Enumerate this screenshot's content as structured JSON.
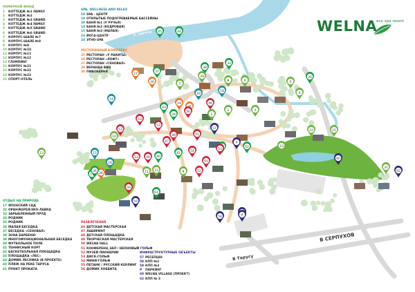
{
  "brand": {
    "name": "WELNA",
    "tagline": "eco spa resort",
    "color": "#1f7a3a"
  },
  "colors": {
    "rooms": "#6cb33f",
    "spa": "#1b8ea0",
    "restaurant": "#e8792b",
    "nature": "#15a24a",
    "entertainment": "#d0233b",
    "infrastructure": "#2a2a7a",
    "river": "#a9d9e8",
    "road": "#d9d9d9",
    "path": "#f4d2b4"
  },
  "legend": {
    "rooms": {
      "title": "НОМЕРНОЙ ФОНД",
      "items": [
        {
          "num": "1",
          "label": "КОТТЕДЖ №1 FAMILY"
        },
        {
          "num": "2",
          "label": "КОТТЕДЖ №2"
        },
        {
          "num": "3",
          "label": "КОТТЕДЖ №3 GRAND"
        },
        {
          "num": "4",
          "label": "КОТТЕДЖ №4 FAMILY"
        },
        {
          "num": "5",
          "label": "КОТТЕДЖ №5 GRAND"
        },
        {
          "num": "6",
          "label": "КОТТЕДЖ №6 GRAND"
        },
        {
          "num": "7",
          "label": "КОРПУС-ШАЛЕ №7"
        },
        {
          "num": "8",
          "label": "КОРПУС-ШАЛЕ №8"
        },
        {
          "num": "9",
          "label": "КОРПУС №9"
        },
        {
          "num": "10",
          "label": "КОРПУС №10"
        },
        {
          "num": "11",
          "label": "КОРПУС №11"
        },
        {
          "num": "12",
          "label": "КОРПУС №12"
        },
        {
          "num": "13",
          "label": "ГЛЭМПИНГ"
        },
        {
          "num": "21",
          "label": "КОРПУС №21"
        },
        {
          "num": "22",
          "label": "КОРПУС №22"
        },
        {
          "num": "23",
          "label": "КОРПУС №23"
        },
        {
          "num": "31",
          "label": "СПОРТ-ОТЕЛЬ"
        }
      ]
    },
    "spa": {
      "title": "SPA, WELLNESS AND RELAX",
      "items": [
        {
          "num": "18",
          "label": "SPA - ЦЕНТР"
        },
        {
          "num": "19",
          "label": "ОТКРЫТЫЕ ПОДОГРЕВАЕМЫЕ БАССЕЙНЫ"
        },
        {
          "num": "20",
          "label": "БАНЯ №1 (У РУЧЬЯ)"
        },
        {
          "num": "14",
          "label": "БАНЯ №2 (КЕДРОВАЯ)"
        },
        {
          "num": "15",
          "label": "БАНЯ №3 (МАЛАЯ)"
        },
        {
          "num": "16",
          "label": "ЙОГА-ЦЕНТР"
        },
        {
          "num": "24",
          "label": "ЭТНО-SPA"
        }
      ]
    },
    "restaurants": {
      "title": "РЕСТОРАННЫЙ КОМПЛЕКС",
      "items": [
        {
          "num": "25",
          "label": "РЕСТОРАН «У РАКИТЫ»"
        },
        {
          "num": "26",
          "label": "РЕСТОРАН «ЛОФТ»"
        },
        {
          "num": "27",
          "label": "РЕСТОРАН «СЕНОВАЛ»"
        },
        {
          "num": "29",
          "label": "ВЕРАНДА BBQ"
        },
        {
          "num": "30",
          "label": "ПИВОВАРНЯ"
        }
      ]
    },
    "nature": {
      "title": "ОТДЫХ НА ПРИРОДЕ",
      "items": [
        {
          "num": "17",
          "label": "ЯПОНСКИЙ САД"
        },
        {
          "num": "32",
          "label": "ОРАНЖЕРЕЯ/ЭКО-ЛАВКА"
        },
        {
          "num": "33",
          "label": "ЗАРЫБЛЕННЫЙ ПРУД"
        },
        {
          "num": "34",
          "label": "РОДНИК"
        },
        {
          "num": "35",
          "label": "РОДНИК"
        },
        {
          "num": "36",
          "label": "МАЛАЯ БЕСЕДКА"
        },
        {
          "num": "37",
          "label": "БЕСЕДКА «СЕНОВАЛ»"
        },
        {
          "num": "38",
          "label": "ЗОНА БАРБЕКЮ"
        },
        {
          "num": "39",
          "label": "МНОГОФУНКЦИОНАЛЬНАЯ БЕСЕДКА"
        },
        {
          "num": "40",
          "label": "ФУТБОЛЬНОЕ ПОЛЕ"
        },
        {
          "num": "41",
          "label": "ТЕННИСНЫЙ КОРТ"
        },
        {
          "num": "42",
          "label": "БАСКЕТБОЛЬНАЯ ПЛОЩАДКА"
        },
        {
          "num": "43",
          "label": "ПЛОЩАДКА «ЛЕС»"
        },
        {
          "num": "44",
          "label": "ДОМИК ЛЕСНИКА (В ПРОЕКТЕ)"
        },
        {
          "num": "45",
          "label": "ПЛЯЖ НА РЕКЕ ТАРУСА"
        },
        {
          "num": "61",
          "label": "ПУНКТ ПРОКАТА"
        }
      ]
    },
    "entertainment": {
      "title": "РАЗВЛЕЧЕНИЯ",
      "items": [
        {
          "num": "46",
          "label": "ДЕТСКАЯ МАСТЕРСКАЯ"
        },
        {
          "num": "47",
          "label": "ЛАБИРИНТ"
        },
        {
          "num": "48",
          "label": "ДЕТСКАЯ ПЛОЩАДКА"
        },
        {
          "num": "49",
          "label": "ТВОРЧЕСКАЯ МАСТЕРСКАЯ"
        },
        {
          "num": "50",
          "label": "WELNA HALL"
        },
        {
          "num": "51",
          "label": "КОНФЕРЕНЦ ЗАЛ / НЕОНОВЫЙ ГОЛЬФ"
        },
        {
          "num": "52",
          "label": "МУЗЕЙ ПИОНЕРИИ"
        },
        {
          "num": "53",
          "label": "ДИСК-ГОЛЬФ"
        },
        {
          "num": "54",
          "label": "МИНИ-ГОЛЬФ"
        },
        {
          "num": "55",
          "label": "ПЕТАНК / РУССКИЙ КЕРЛИНГ"
        },
        {
          "num": "56",
          "label": "ДОМИК ХОББИТА"
        }
      ]
    },
    "infrastructure": {
      "title": "ИНФРАСТРУКТУРНЫЕ ОБЪЕКТЫ",
      "items": [
        {
          "num": "57",
          "label": "РЕСЕПШН"
        },
        {
          "num": "58",
          "label": "КПП №1"
        },
        {
          "num": "59",
          "label": "КПП №2"
        },
        {
          "num": "P",
          "label": "ПАРКИНГ"
        },
        {
          "num": "60",
          "label": "WELNA VILLAGE (ПРОЕКТ)"
        },
        {
          "num": "62",
          "label": "КПП № 3"
        }
      ]
    }
  },
  "map_labels": {
    "river": "Р. ТАРУСА",
    "road_serpukhov": "В СЕРПУХОВ",
    "road_tarusa": "В Тарусу"
  },
  "markers": [
    {
      "num": "45",
      "cat": "nature"
    },
    {
      "num": "44",
      "cat": "nature"
    },
    {
      "num": "37",
      "cat": "nature"
    },
    {
      "num": "27",
      "cat": "restaurant"
    },
    {
      "num": "30",
      "cat": "restaurant"
    },
    {
      "num": "33",
      "cat": "nature"
    },
    {
      "num": "38",
      "cat": "nature"
    },
    {
      "num": "39",
      "cat": "rooms"
    },
    {
      "num": "7",
      "cat": "rooms"
    },
    {
      "num": "8",
      "cat": "rooms"
    },
    {
      "num": "6",
      "cat": "rooms"
    },
    {
      "num": "5",
      "cat": "rooms"
    },
    {
      "num": "4",
      "cat": "rooms"
    },
    {
      "num": "35",
      "cat": "nature"
    },
    {
      "num": "19",
      "cat": "spa"
    },
    {
      "num": "18",
      "cat": "spa"
    },
    {
      "num": "46",
      "cat": "entertainment"
    },
    {
      "num": "3",
      "cat": "rooms"
    },
    {
      "num": "2",
      "cat": "rooms"
    },
    {
      "num": "1",
      "cat": "rooms"
    },
    {
      "num": "25",
      "cat": "restaurant"
    },
    {
      "num": "34",
      "cat": "nature"
    },
    {
      "num": "14",
      "cat": "spa"
    },
    {
      "num": "10",
      "cat": "rooms"
    },
    {
      "num": "13",
      "cat": "rooms"
    },
    {
      "num": "15",
      "cat": "spa"
    },
    {
      "num": "16",
      "cat": "spa"
    },
    {
      "num": "26",
      "cat": "restaurant"
    },
    {
      "num": "53",
      "cat": "entertainment"
    },
    {
      "num": "43",
      "cat": "nature"
    },
    {
      "num": "29",
      "cat": "restaurant"
    },
    {
      "num": "56",
      "cat": "entertainment"
    },
    {
      "num": "53",
      "cat": "entertainment"
    },
    {
      "num": "53",
      "cat": "entertainment"
    },
    {
      "num": "47",
      "cat": "entertainment"
    },
    {
      "num": "48",
      "cat": "entertainment"
    },
    {
      "num": "51",
      "cat": "entertainment"
    },
    {
      "num": "57",
      "cat": "infrastructure"
    },
    {
      "num": "P",
      "cat": "infrastructure"
    },
    {
      "num": "32",
      "cat": "nature"
    },
    {
      "num": "42",
      "cat": "nature"
    },
    {
      "num": "23",
      "cat": "rooms"
    },
    {
      "num": "22",
      "cat": "rooms"
    },
    {
      "num": "21",
      "cat": "rooms"
    },
    {
      "num": "60",
      "cat": "infrastructure"
    },
    {
      "num": "31",
      "cat": "rooms"
    },
    {
      "num": "62",
      "cat": "infrastructure"
    },
    {
      "num": "P",
      "cat": "infrastructure"
    },
    {
      "num": "49",
      "cat": "entertainment"
    },
    {
      "num": "53",
      "cat": "entertainment"
    },
    {
      "num": "40",
      "cat": "nature"
    },
    {
      "num": "41",
      "cat": "nature"
    },
    {
      "num": "53",
      "cat": "entertainment"
    },
    {
      "num": "54",
      "cat": "entertainment"
    },
    {
      "num": "55",
      "cat": "entertainment"
    },
    {
      "num": "52",
      "cat": "entertainment"
    },
    {
      "num": "11",
      "cat": "rooms"
    },
    {
      "num": "12",
      "cat": "rooms"
    },
    {
      "num": "9",
      "cat": "rooms"
    },
    {
      "num": "17",
      "cat": "nature"
    },
    {
      "num": "50",
      "cat": "entertainment"
    },
    {
      "num": "61",
      "cat": "nature"
    },
    {
      "num": "59",
      "cat": "infrastructure"
    },
    {
      "num": "58",
      "cat": "infrastructure"
    },
    {
      "num": "P",
      "cat": "infrastructure"
    },
    {
      "num": "36",
      "cat": "nature"
    }
  ]
}
